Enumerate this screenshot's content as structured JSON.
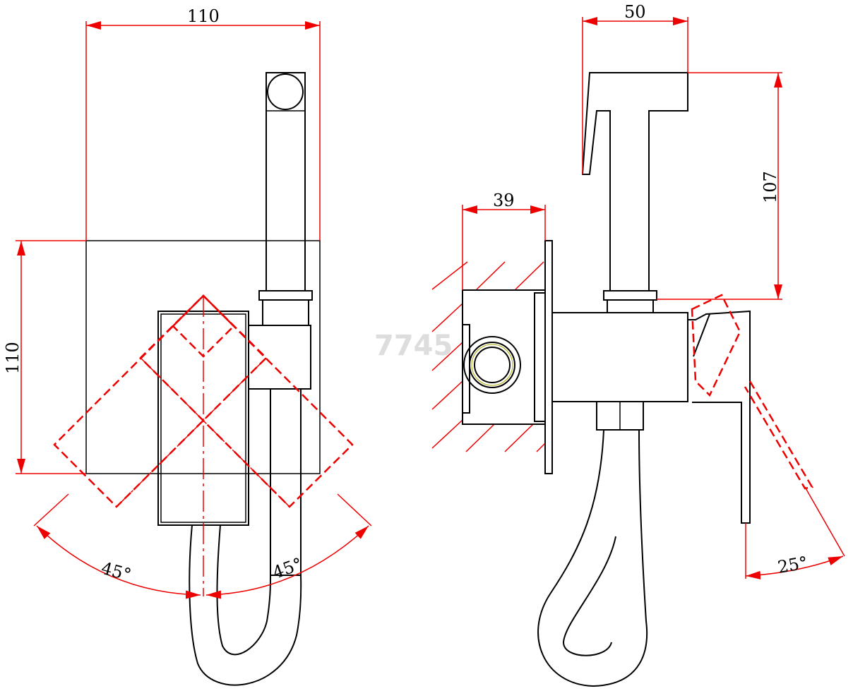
{
  "watermark": "7745",
  "front_view": {
    "width_label": "110",
    "height_label": "110",
    "angle_left_label": "45°",
    "angle_right_label": "45°"
  },
  "side_view": {
    "head_width_label": "50",
    "head_height_label": "107",
    "depth_label": "39",
    "lever_angle_label": "25°"
  },
  "colors": {
    "line": "#000000",
    "dimension": "#e00000",
    "watermark": "#dddddd"
  }
}
